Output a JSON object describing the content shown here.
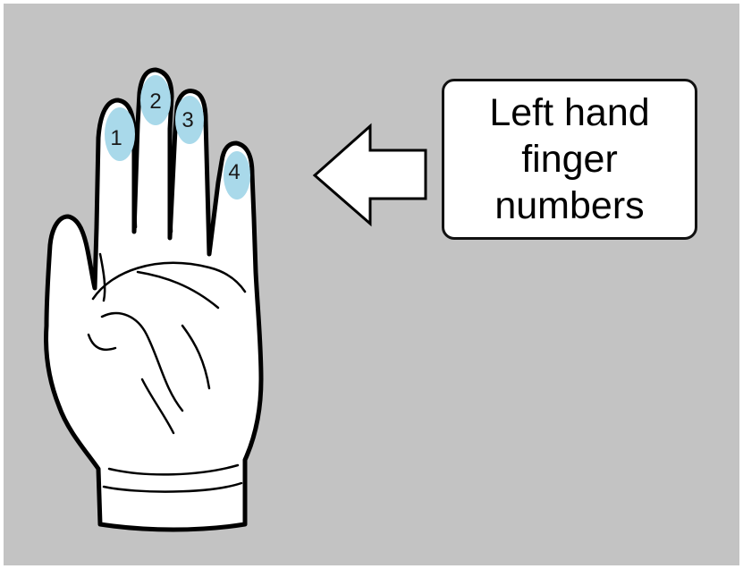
{
  "callout": {
    "lines": [
      "Left hand",
      "finger",
      "numbers"
    ]
  },
  "fingers": [
    {
      "number": "1"
    },
    {
      "number": "2"
    },
    {
      "number": "3"
    },
    {
      "number": "4"
    }
  ],
  "colors": {
    "background": "#c3c3c3",
    "fingertip": "#a9d9ea",
    "outline": "#000000",
    "callout_fill": "#ffffff"
  },
  "icons": {
    "hand": "left-hand-palm-icon",
    "arrow": "arrow-left-icon"
  }
}
